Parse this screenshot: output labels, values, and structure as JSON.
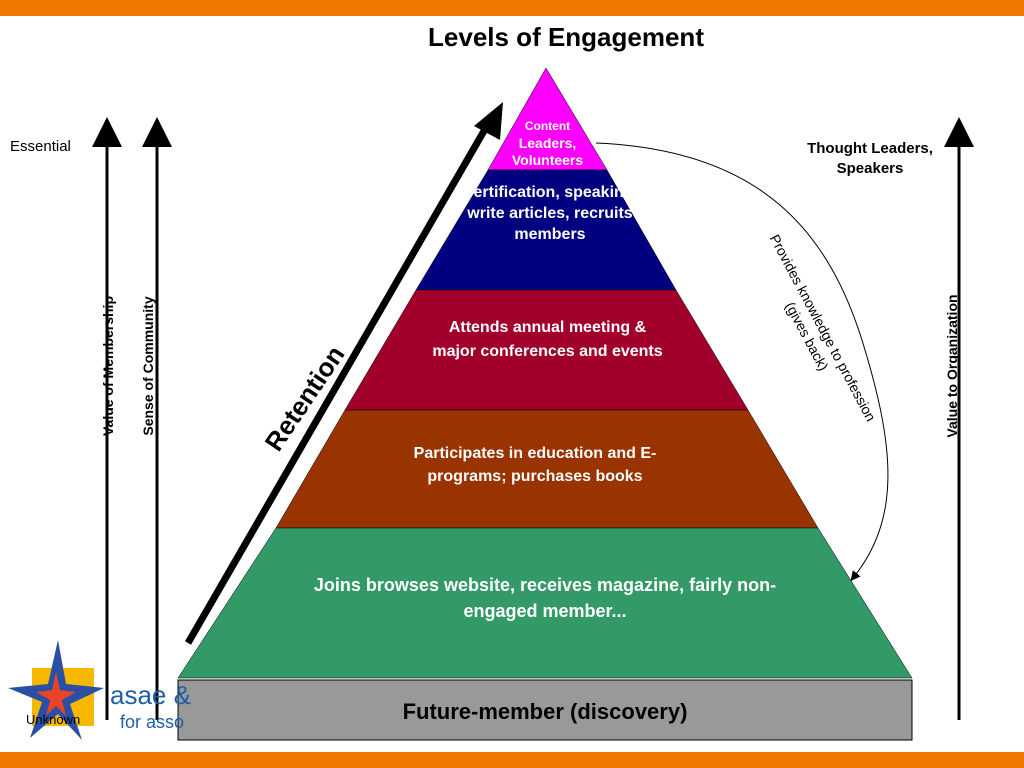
{
  "title": "Levels of Engagement",
  "left_labels": {
    "essential": "Essential",
    "value_of_membership": "Value of Membership",
    "sense_of_community": "Sense of Community"
  },
  "right_labels": {
    "thought_leaders": "Thought Leaders, Speakers",
    "value_to_organization": "Value to Organization"
  },
  "retention": "Retention",
  "provides": "Provides knowledge to profession (gives back)",
  "tiers": [
    {
      "line1": "Content",
      "line2": "Leaders,",
      "line3": "Volunteers",
      "color": "#ff00ff"
    },
    {
      "text": "Certification, speaking, write articles, recruits members",
      "color": "#000080"
    },
    {
      "text": "Attends annual meeting & major conferences and events",
      "color": "#a0002a"
    },
    {
      "text": "Participates in education and E-programs; purchases books",
      "color": "#993300"
    },
    {
      "text": "Joins browses website, receives magazine, fairly non-engaged member...",
      "color": "#339966"
    }
  ],
  "base": {
    "text": "Future-member (discovery)",
    "color": "#999999"
  },
  "logo": {
    "text": "asae &",
    "subtext": "for asso",
    "caption": "Unknown"
  },
  "colors": {
    "accent_bar": "#f07800"
  }
}
